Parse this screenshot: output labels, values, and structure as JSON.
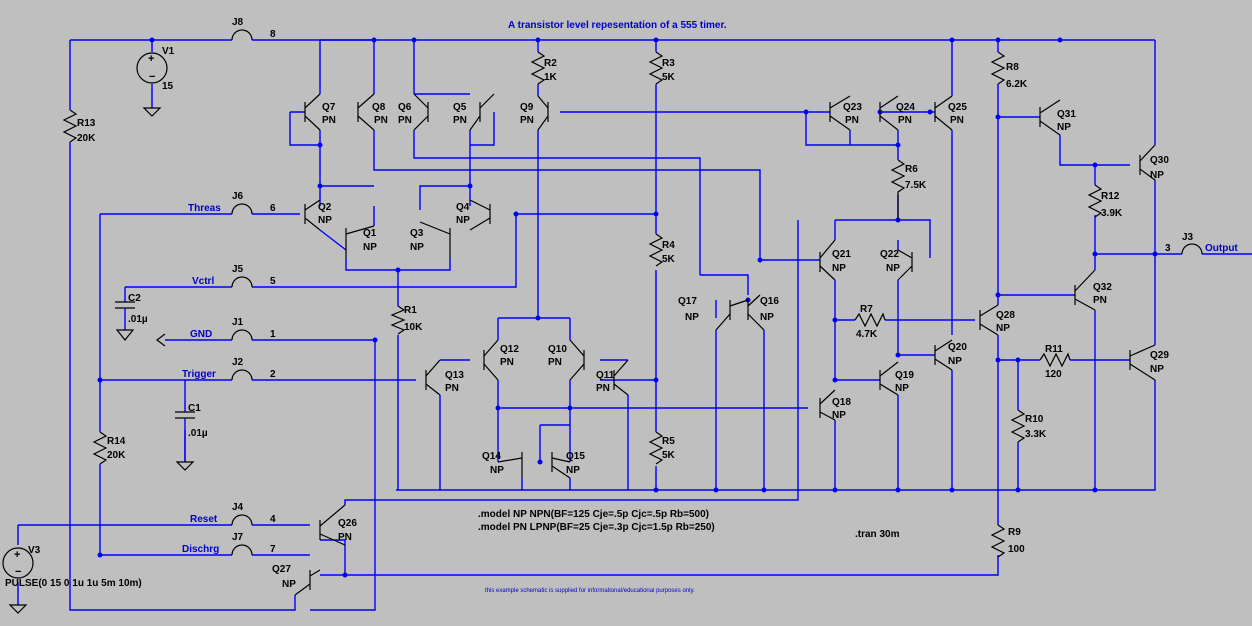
{
  "title": "A transistor level repesentation of a 555 timer.",
  "footnote": "this example schematic is supplied for informational/educational purposes only.",
  "directives": {
    "model_np": ".model NP NPN(BF=125 Cje=.5p Cjc=.5p Rb=500)",
    "model_pn": ".model PN LPNP(BF=25 Cje=.3p Cjc=1.5p Rb=250)",
    "tran": ".tran 30m"
  },
  "sources": {
    "v1": {
      "name": "V1",
      "value": "15"
    },
    "v3": {
      "name": "V3",
      "value": "PULSE(0 15 0 1u 1u 5m 10m)"
    }
  },
  "jumpers": [
    {
      "id": "J8",
      "pin": "8",
      "net": ""
    },
    {
      "id": "J6",
      "pin": "6",
      "net": "Threas"
    },
    {
      "id": "J5",
      "pin": "5",
      "net": "Vctrl"
    },
    {
      "id": "J1",
      "pin": "1",
      "net": "GND"
    },
    {
      "id": "J2",
      "pin": "2",
      "net": "Trigger"
    },
    {
      "id": "J4",
      "pin": "4",
      "net": "Reset"
    },
    {
      "id": "J7",
      "pin": "7",
      "net": "Dischrg"
    },
    {
      "id": "J3",
      "pin": "3",
      "net": "Output"
    }
  ],
  "resistors": [
    {
      "name": "R1",
      "value": "10K"
    },
    {
      "name": "R2",
      "value": "1K"
    },
    {
      "name": "R3",
      "value": "5K"
    },
    {
      "name": "R4",
      "value": "5K"
    },
    {
      "name": "R5",
      "value": "5K"
    },
    {
      "name": "R6",
      "value": "7.5K"
    },
    {
      "name": "R7",
      "value": "4.7K"
    },
    {
      "name": "R8",
      "value": "6.2K"
    },
    {
      "name": "R9",
      "value": "100"
    },
    {
      "name": "R10",
      "value": "3.3K"
    },
    {
      "name": "R11",
      "value": "120"
    },
    {
      "name": "R12",
      "value": "3.9K"
    },
    {
      "name": "R13",
      "value": "20K"
    },
    {
      "name": "R14",
      "value": "20K"
    }
  ],
  "capacitors": [
    {
      "name": "C1",
      "value": ".01µ"
    },
    {
      "name": "C2",
      "value": ".01µ"
    }
  ],
  "transistors": [
    {
      "name": "Q1",
      "model": "NP"
    },
    {
      "name": "Q2",
      "model": "NP"
    },
    {
      "name": "Q3",
      "model": "NP"
    },
    {
      "name": "Q4",
      "model": "NP"
    },
    {
      "name": "Q5",
      "model": "PN"
    },
    {
      "name": "Q6",
      "model": "PN"
    },
    {
      "name": "Q7",
      "model": "PN"
    },
    {
      "name": "Q8",
      "model": "PN"
    },
    {
      "name": "Q9",
      "model": "PN"
    },
    {
      "name": "Q10",
      "model": "PN"
    },
    {
      "name": "Q11",
      "model": "PN"
    },
    {
      "name": "Q12",
      "model": "PN"
    },
    {
      "name": "Q13",
      "model": "PN"
    },
    {
      "name": "Q14",
      "model": "NP"
    },
    {
      "name": "Q15",
      "model": "NP"
    },
    {
      "name": "Q16",
      "model": "NP"
    },
    {
      "name": "Q17",
      "model": "NP"
    },
    {
      "name": "Q18",
      "model": "NP"
    },
    {
      "name": "Q19",
      "model": "NP"
    },
    {
      "name": "Q20",
      "model": "NP"
    },
    {
      "name": "Q21",
      "model": "NP"
    },
    {
      "name": "Q22",
      "model": "NP"
    },
    {
      "name": "Q23",
      "model": "PN"
    },
    {
      "name": "Q24",
      "model": "PN"
    },
    {
      "name": "Q25",
      "model": "PN"
    },
    {
      "name": "Q26",
      "model": "PN"
    },
    {
      "name": "Q27",
      "model": "NP"
    },
    {
      "name": "Q28",
      "model": "NP"
    },
    {
      "name": "Q29",
      "model": "NP"
    },
    {
      "name": "Q30",
      "model": "NP"
    },
    {
      "name": "Q31",
      "model": "NP"
    },
    {
      "name": "Q32",
      "model": "PN"
    }
  ]
}
